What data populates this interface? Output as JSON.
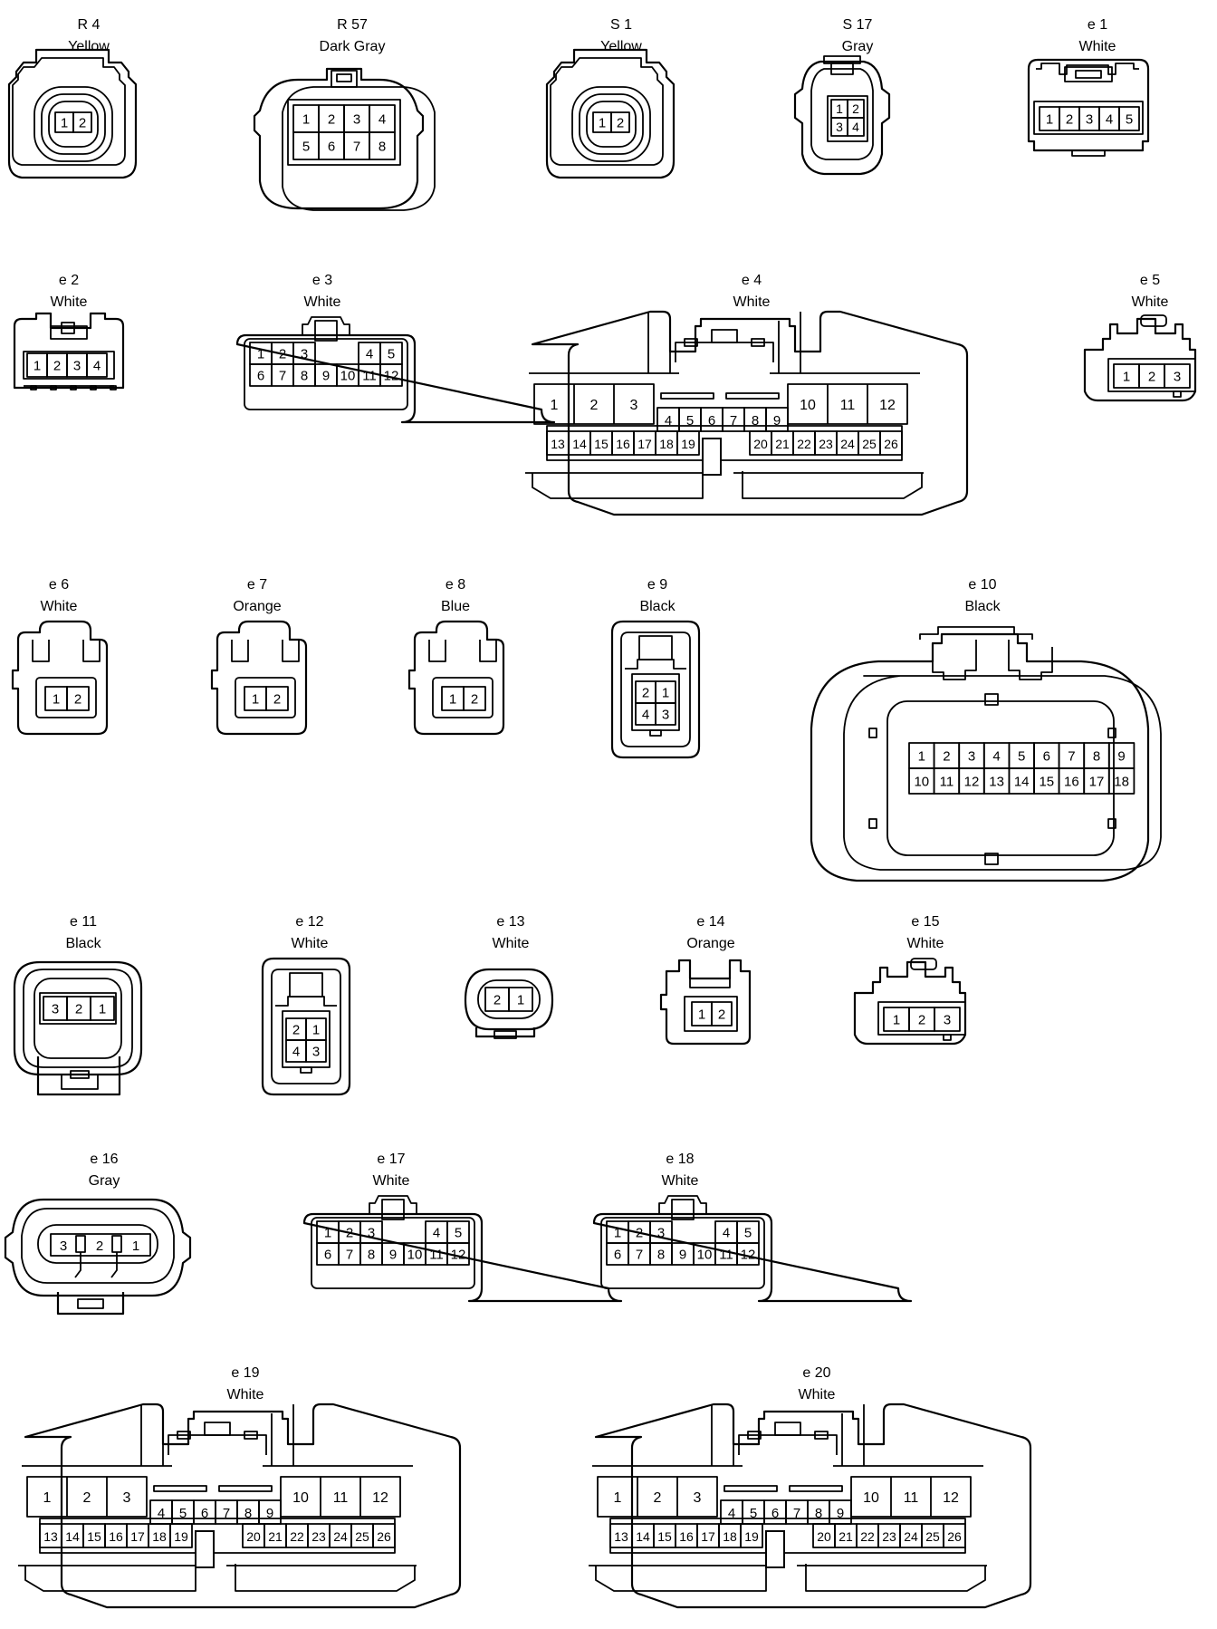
{
  "connectors": [
    {
      "id": "R 4",
      "color": "Yellow",
      "style": "sealed",
      "pins": [
        [
          1,
          2
        ]
      ]
    },
    {
      "id": "R 57",
      "color": "Dark Gray",
      "style": "rounded",
      "pins": [
        [
          1,
          2,
          3,
          4
        ],
        [
          5,
          6,
          7,
          8
        ]
      ]
    },
    {
      "id": "S 1",
      "color": "Yellow",
      "style": "sealed",
      "pins": [
        [
          1,
          2
        ]
      ]
    },
    {
      "id": "S 17",
      "color": "Gray",
      "style": "rounded",
      "pins": [
        [
          1,
          2
        ],
        [
          3,
          4
        ]
      ]
    },
    {
      "id": "e 1",
      "color": "White",
      "style": "box",
      "pins": [
        [
          1,
          2,
          3,
          4,
          5
        ]
      ]
    },
    {
      "id": "e 2",
      "color": "White",
      "style": "box",
      "pins": [
        [
          1,
          2,
          3,
          4
        ]
      ]
    },
    {
      "id": "e 3",
      "color": "White",
      "style": "latch",
      "pins": [
        [
          1,
          2,
          3,
          "",
          "",
          4,
          5
        ],
        [
          6,
          7,
          8,
          9,
          10,
          11,
          12
        ]
      ]
    },
    {
      "id": "e 4",
      "color": "White",
      "style": "large",
      "pins": []
    },
    {
      "id": "e 5",
      "color": "White",
      "style": "latch",
      "pins": [
        [
          1,
          2,
          3
        ]
      ]
    },
    {
      "id": "e 6",
      "color": "White",
      "style": "small",
      "pins": [
        [
          1,
          2
        ]
      ]
    },
    {
      "id": "e 7",
      "color": "Orange",
      "style": "small",
      "pins": [
        [
          1,
          2
        ]
      ]
    },
    {
      "id": "e 8",
      "color": "Blue",
      "style": "small",
      "pins": [
        [
          1,
          2
        ]
      ]
    },
    {
      "id": "e 9",
      "color": "Black",
      "style": "tall",
      "pins": [
        [
          2,
          1
        ],
        [
          4,
          3
        ]
      ]
    },
    {
      "id": "e 10",
      "color": "Black",
      "style": "big-rounded",
      "pins": [
        [
          1,
          2,
          3,
          4,
          5,
          6,
          7,
          8,
          9
        ],
        [
          10,
          11,
          12,
          13,
          14,
          15,
          16,
          17,
          18
        ]
      ]
    },
    {
      "id": "e 11",
      "color": "Black",
      "style": "sealed-tab",
      "pins": [
        [
          3,
          2,
          1
        ]
      ]
    },
    {
      "id": "e 12",
      "color": "White",
      "style": "tall",
      "pins": [
        [
          2,
          1
        ],
        [
          4,
          3
        ]
      ]
    },
    {
      "id": "e 13",
      "color": "White",
      "style": "oval",
      "pins": [
        [
          2,
          1
        ]
      ]
    },
    {
      "id": "e 14",
      "color": "Orange",
      "style": "small",
      "pins": [
        [
          1,
          2
        ]
      ]
    },
    {
      "id": "e 15",
      "color": "White",
      "style": "latch",
      "pins": [
        [
          1,
          2,
          3
        ]
      ]
    },
    {
      "id": "e 16",
      "color": "Gray",
      "style": "sealed-tab",
      "pins": [
        [
          3,
          2,
          1
        ]
      ]
    },
    {
      "id": "e 17",
      "color": "White",
      "style": "latch",
      "pins": [
        [
          1,
          2,
          3,
          "",
          "",
          4,
          5
        ],
        [
          6,
          7,
          8,
          9,
          10,
          11,
          12
        ]
      ]
    },
    {
      "id": "e 18",
      "color": "White",
      "style": "latch",
      "pins": [
        [
          1,
          2,
          3,
          "",
          "",
          4,
          5
        ],
        [
          6,
          7,
          8,
          9,
          10,
          11,
          12
        ]
      ]
    },
    {
      "id": "e 19",
      "color": "White",
      "style": "large",
      "pins": []
    },
    {
      "id": "e 20",
      "color": "White",
      "style": "large",
      "pins": []
    }
  ]
}
